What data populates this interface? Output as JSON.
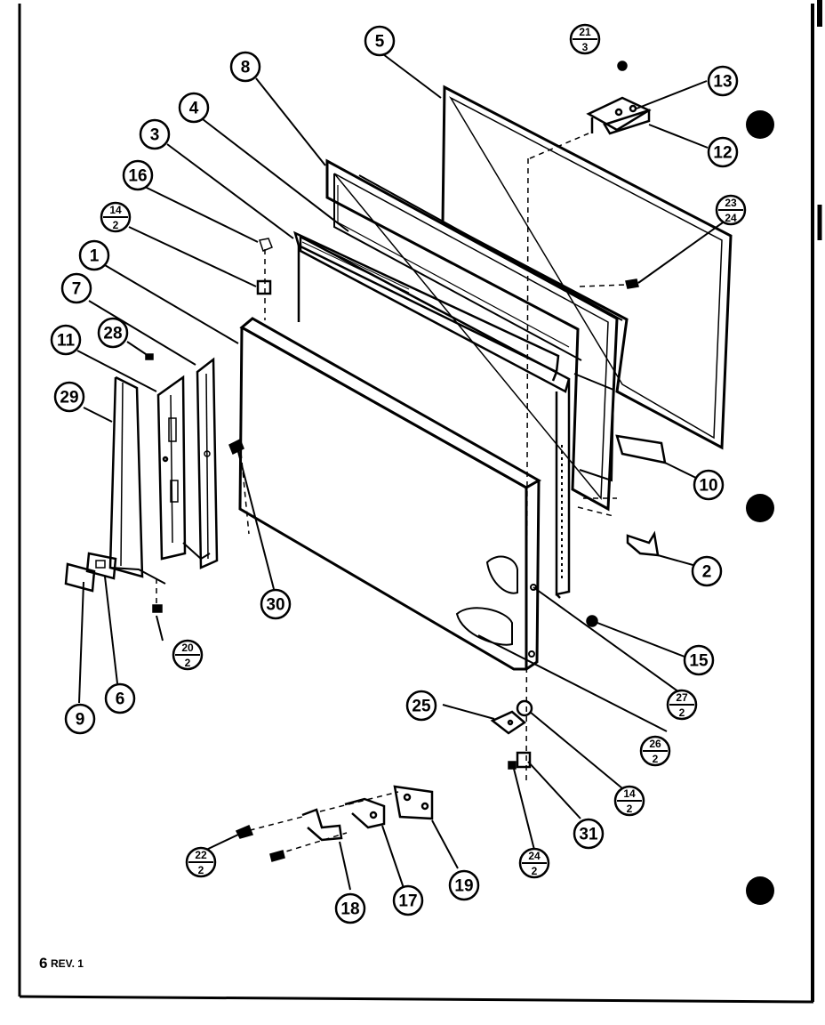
{
  "footer": {
    "page": "6",
    "rev": "REV. 1"
  },
  "callouts": {
    "c1": "1",
    "c3": "3",
    "c4": "4",
    "c5": "5",
    "c6": "6",
    "c7": "7",
    "c8": "8",
    "c9": "9",
    "c10": "10",
    "c11": "11",
    "c12": "12",
    "c13": "13",
    "c15": "15",
    "c16": "16",
    "c17": "17",
    "c18": "18",
    "c19": "19",
    "c25": "25",
    "c28": "28",
    "c29": "29",
    "c30": "30",
    "c31": "31",
    "c2": "2"
  },
  "fractions": {
    "f21": {
      "top": "21",
      "bottom": "3"
    },
    "f23": {
      "top": "23",
      "bottom": "24"
    },
    "f14a": {
      "top": "14",
      "bottom": "2"
    },
    "f20": {
      "top": "20",
      "bottom": "2"
    },
    "f27": {
      "top": "27",
      "bottom": "2"
    },
    "f26": {
      "top": "26",
      "bottom": "2"
    },
    "f14b": {
      "top": "14",
      "bottom": "2"
    },
    "f24": {
      "top": "24",
      "bottom": "2"
    },
    "f22": {
      "top": "22",
      "bottom": "2"
    }
  }
}
